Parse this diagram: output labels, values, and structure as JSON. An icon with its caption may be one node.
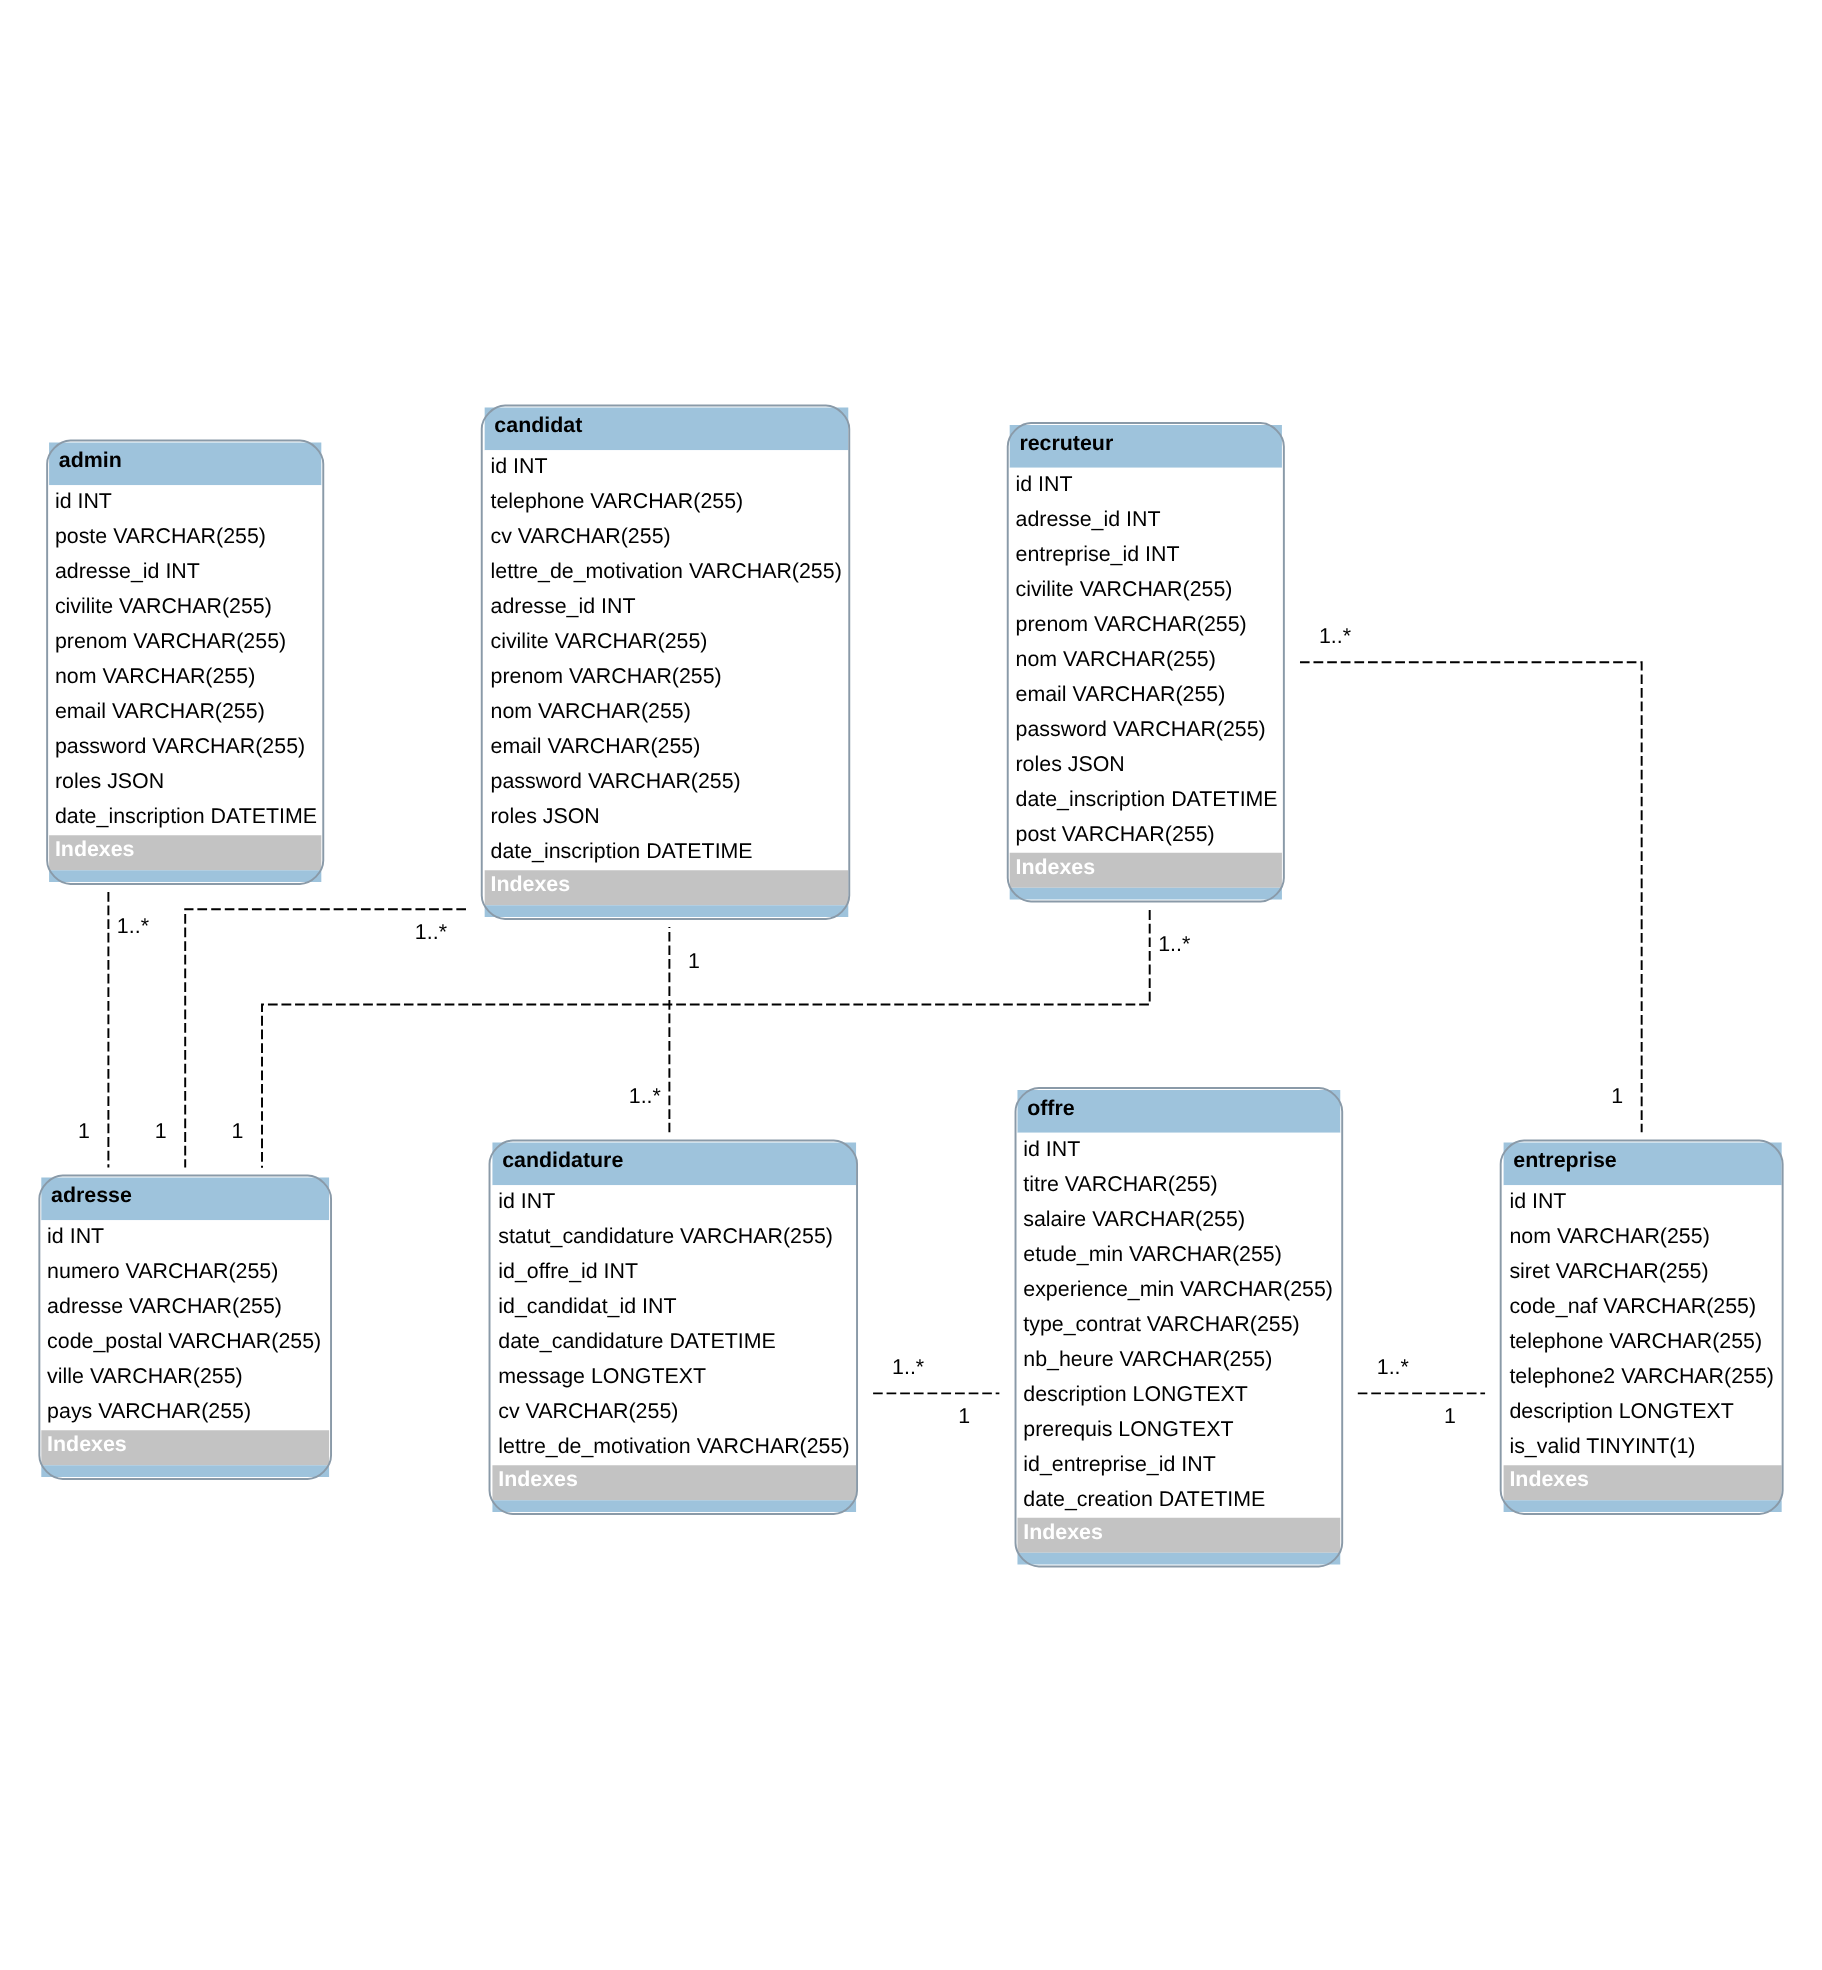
{
  "diagram": {
    "nodes": [
      {
        "text": [
          "adresse",
          "id INT",
          "numero VARCHAR(255)",
          "adresse VARCHAR(255)",
          "code_postal VARCHAR(255)",
          "ville VARCHAR(255)",
          "pays VARCHAR(255)",
          "Indexes"
        ]
      },
      {
        "text": [
          "recruteur",
          "id INT",
          "adresse_id INT",
          "entreprise_id INT",
          "civilite VARCHAR(255)",
          "prenom VARCHAR(255)",
          "nom VARCHAR(255)",
          "email VARCHAR(255)",
          "password VARCHAR(255)",
          "roles JSON",
          "date_inscription DATETIME",
          "post VARCHAR(255)",
          "Indexes"
        ]
      },
      {
        "text": [
          "admin",
          "id INT",
          "poste VARCHAR(255)",
          "adresse_id INT",
          "civilite VARCHAR(255)",
          "prenom VARCHAR(255)",
          "nom VARCHAR(255)",
          "email VARCHAR(255)",
          "password VARCHAR(255)",
          "roles JSON",
          "date_inscription DATETIME",
          "Indexes"
        ]
      },
      {
        "text": [
          "candidat",
          "id INT",
          "telephone VARCHAR(255)",
          "cv VARCHAR(255)",
          "lettre_de_motivation VARCHAR(255)",
          "adresse_id INT",
          "civilite VARCHAR(255)",
          "prenom VARCHAR(255)",
          "nom VARCHAR(255)",
          "email VARCHAR(255)",
          "password VARCHAR(255)",
          "roles JSON",
          "date_inscription DATETIME",
          "Indexes"
        ]
      },
      {
        "text": [
          "candidature",
          "id INT",
          "statut_candidature VARCHAR(255)",
          "id_offre_id INT",
          "id_candidat_id INT",
          "date_candidature DATETIME",
          "message LONGTEXT",
          "cv VARCHAR(255)",
          "lettre_de_motivation VARCHAR(255)",
          "Indexes"
        ]
      },
      {
        "text": [
          "offre",
          "id INT",
          "titre VARCHAR(255)",
          "salaire VARCHAR(255)",
          "etude_min VARCHAR(255)",
          "experience_min VARCHAR(255)",
          "type_contrat VARCHAR(255)",
          "nb_heure VARCHAR(255)",
          "description LONGTEXT",
          "prerequis LONGTEXT",
          "id_entreprise_id INT",
          "date_creation DATETIME",
          "Indexes"
        ]
      },
      {
        "text": [
          "entreprise",
          "id INT",
          "nom VARCHAR(255)",
          "siret VARCHAR(255)",
          "code_naf VARCHAR(255)",
          "telephone VARCHAR(255)",
          "telephone2 VARCHAR(255)",
          "description LONGTEXT",
          "is_valid TINYINT(1)",
          "Indexes"
        ]
      }
    ],
    "edges": [
      {
        "from": 2,
        "to": 0,
        "arrow": "none",
        "style": "dashed"
      },
      {
        "from": 3,
        "to": 0,
        "arrow": "none",
        "style": "dashed"
      },
      {
        "from": 1,
        "to": 0,
        "arrow": "none",
        "style": "dashed"
      },
      {
        "from": 4,
        "to": 3,
        "arrow": "none",
        "style": "dashed"
      },
      {
        "from": 4,
        "to": 5,
        "arrow": "none",
        "style": "dashed"
      },
      {
        "from": 5,
        "to": 6,
        "arrow": "none",
        "style": "dashed"
      },
      {
        "from": 1,
        "to": 6,
        "arrow": "none",
        "style": "dashed"
      }
    ],
    "labels": [
      "1",
      "1",
      "1",
      "1..*",
      "1..*",
      "1..*",
      "1",
      "1..*",
      "1..*",
      "1",
      "1..*",
      "1",
      "1..*",
      "1"
    ]
  }
}
